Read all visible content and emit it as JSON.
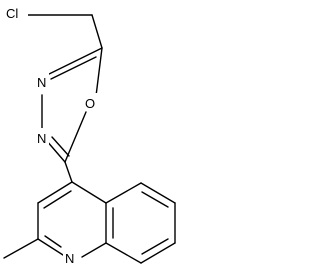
{
  "molecule": {
    "atoms": {
      "chlorine": "Cl",
      "oxadiazole_n_upper": "N",
      "oxadiazole_n_lower": "N",
      "oxadiazole_o": "O",
      "quinoline_n": "N"
    }
  }
}
